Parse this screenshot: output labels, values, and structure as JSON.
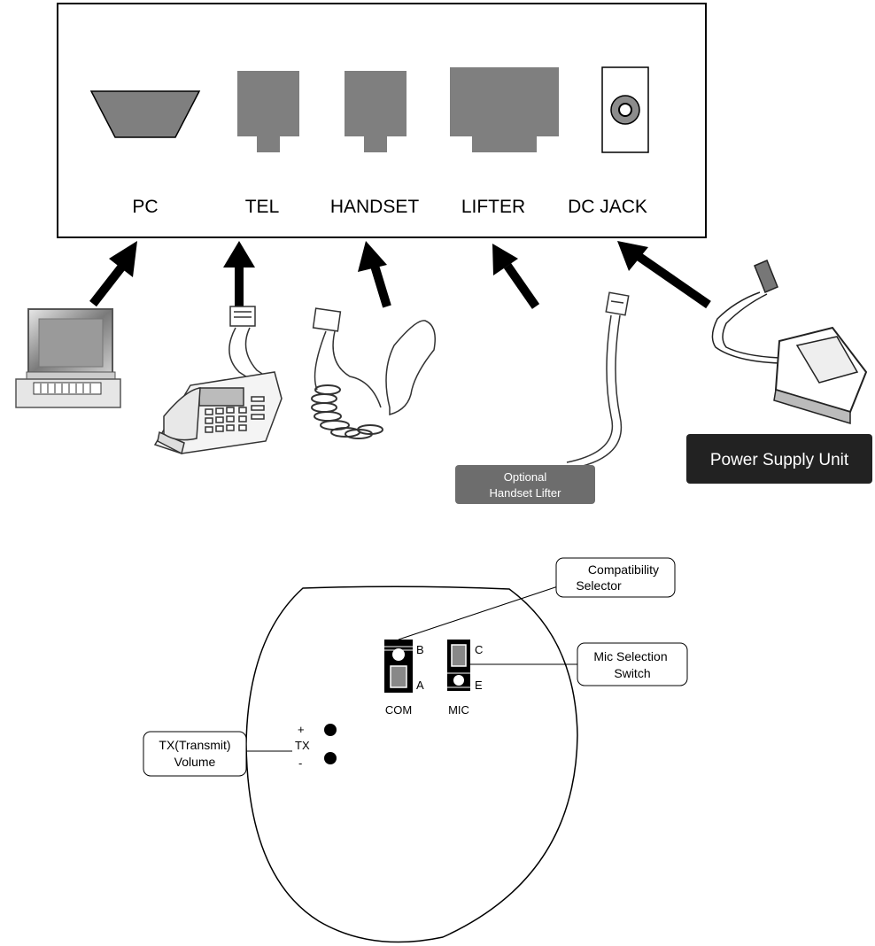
{
  "panel": {
    "ports": {
      "pc": "PC",
      "tel": "TEL",
      "handset": "HANDSET",
      "lifter": "LIFTER",
      "dc_jack": "DC JACK"
    }
  },
  "devices": {
    "lifter_badge": [
      "Optional",
      "Handset Lifter"
    ],
    "power_supply_badge": "Power Supply Unit"
  },
  "bottom": {
    "compat_callout": [
      "Compatibility",
      "Selector"
    ],
    "mic_callout": [
      "Mic Selection",
      "Switch"
    ],
    "tx_callout": [
      "TX(Transmit)",
      "Volume"
    ],
    "com_switch": {
      "label": "COM",
      "top": "B",
      "bottom": "A"
    },
    "mic_switch": {
      "label": "MIC",
      "top": "C",
      "bottom": "E"
    },
    "tx": {
      "plus": "+",
      "label": "TX",
      "minus": "-"
    }
  },
  "colors": {
    "port_fill": "#7f7f7f",
    "badge_dark": "#222222",
    "badge_grey": "#6d6d6d"
  }
}
